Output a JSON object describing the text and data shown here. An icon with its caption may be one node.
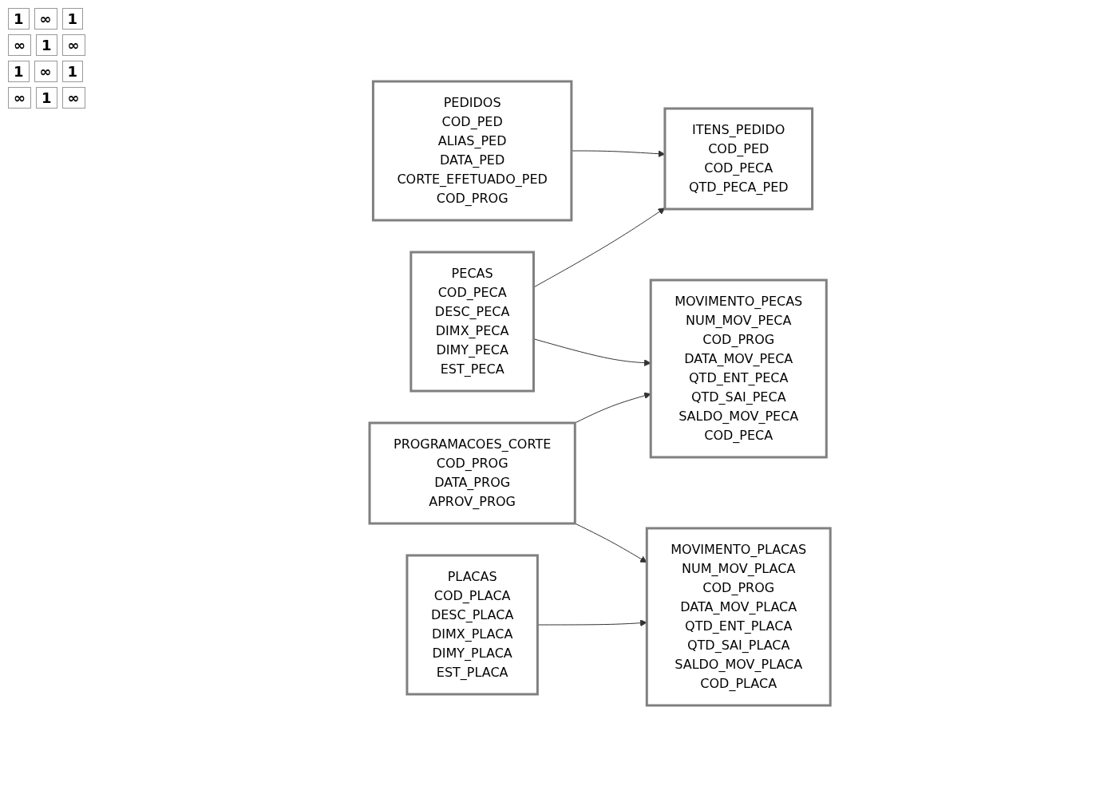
{
  "diagram": {
    "nodes": [
      {
        "text": [
          "PEDIDOS",
          "COD_PED",
          "ALIAS_PED",
          "DATA_PED",
          "CORTE_EFETUADO_PED",
          "COD_PROG"
        ]
      },
      {
        "text": [
          "ITENS_PEDIDO",
          "COD_PED",
          "COD_PECA",
          "QTD_PECA_PED"
        ]
      },
      {
        "text": [
          "PECAS",
          "COD_PECA",
          "DESC_PECA",
          "DIMX_PECA",
          "DIMY_PECA",
          "EST_PECA"
        ]
      },
      {
        "text": [
          "MOVIMENTO_PECAS",
          "NUM_MOV_PECA",
          "COD_PROG",
          "DATA_MOV_PECA",
          "QTD_ENT_PECA",
          "QTD_SAI_PECA",
          "SALDO_MOV_PECA",
          "COD_PECA"
        ]
      },
      {
        "text": [
          "PROGRAMACOES_CORTE",
          "COD_PROG",
          "DATA_PROG",
          "APROV_PROG"
        ]
      },
      {
        "text": [
          "PLACAS",
          "COD_PLACA",
          "DESC_PLACA",
          "DIMX_PLACA",
          "DIMY_PLACA",
          "EST_PLACA"
        ]
      },
      {
        "text": [
          "MOVIMENTO_PLACAS",
          "NUM_MOV_PLACA",
          "COD_PROG",
          "DATA_MOV_PLACA",
          "QTD_ENT_PLACA",
          "QTD_SAI_PLACA",
          "SALDO_MOV_PLACA",
          "COD_PLACA"
        ]
      }
    ],
    "edges": [
      {
        "from": 0,
        "to": 1,
        "arrow": "to"
      },
      {
        "from": 2,
        "to": 1,
        "arrow": "to"
      },
      {
        "from": 2,
        "to": 3,
        "arrow": "to"
      },
      {
        "from": 4,
        "to": 3,
        "arrow": "to"
      },
      {
        "from": 4,
        "to": 6,
        "arrow": "to"
      },
      {
        "from": 5,
        "to": 6,
        "arrow": "to"
      }
    ],
    "labels": [
      "1",
      "∞",
      "1",
      "∞",
      "1",
      "∞",
      "1",
      "∞",
      "1",
      "∞",
      "1",
      "∞"
    ]
  }
}
